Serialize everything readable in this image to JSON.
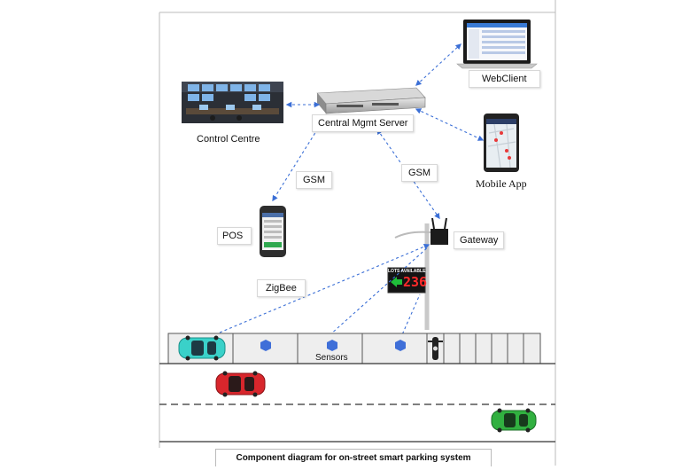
{
  "labels": {
    "control_centre": "Control Centre",
    "central_server": "Central Mgmt Server",
    "web_client": "WebClient",
    "mobile_app": "Mobile App",
    "gsm_left": "GSM",
    "gsm_right": "GSM",
    "pos": "POS",
    "gateway": "Gateway",
    "zigbee": "ZigBee",
    "sensors": "Sensors"
  },
  "sign": {
    "header": "LOTS AVAILABLE",
    "count": "236"
  },
  "caption": "Component diagram for on-street smart parking system",
  "colors": {
    "link": "#3b6fd6",
    "sensor": "#3f6fd8",
    "car_teal": "#3ad1c9",
    "car_red": "#d8262c",
    "car_green": "#31b040",
    "sign_digits": "#ff2a2a",
    "sign_arrow": "#1fbf3a"
  },
  "icons": [
    "control-room-icon",
    "server-icon",
    "laptop-icon",
    "smartphone-icon",
    "pos-terminal-icon",
    "gateway-router-icon",
    "led-sign-icon",
    "sensor-icon",
    "car-icon",
    "motorcycle-icon"
  ]
}
